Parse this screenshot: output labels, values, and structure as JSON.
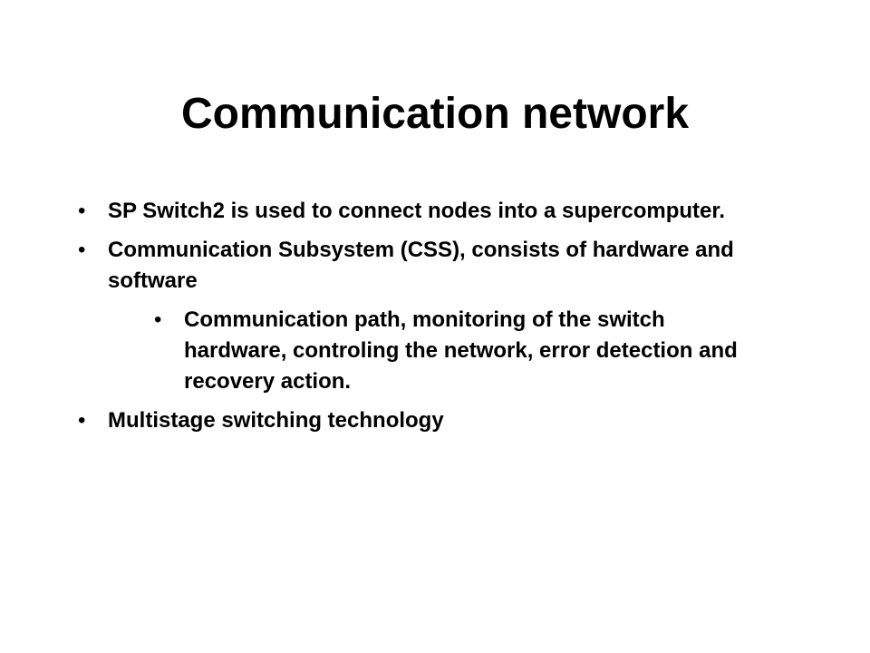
{
  "slide": {
    "title": "Communication network",
    "bullets": [
      {
        "level": 1,
        "marker": "•",
        "text": "SP Switch2 is used to connect nodes into a supercomputer."
      },
      {
        "level": 1,
        "marker": "•",
        "text": "Communication Subsystem (CSS), consists of hardware and software"
      },
      {
        "level": 2,
        "marker": "•",
        "text": "Communication path, monitoring of the switch hardware, controling the network, error detection and recovery action."
      },
      {
        "level": 1,
        "marker": "•",
        "text": "Multistage switching technology"
      }
    ]
  },
  "colors": {
    "background": "#ffffff",
    "text": "#000000"
  }
}
